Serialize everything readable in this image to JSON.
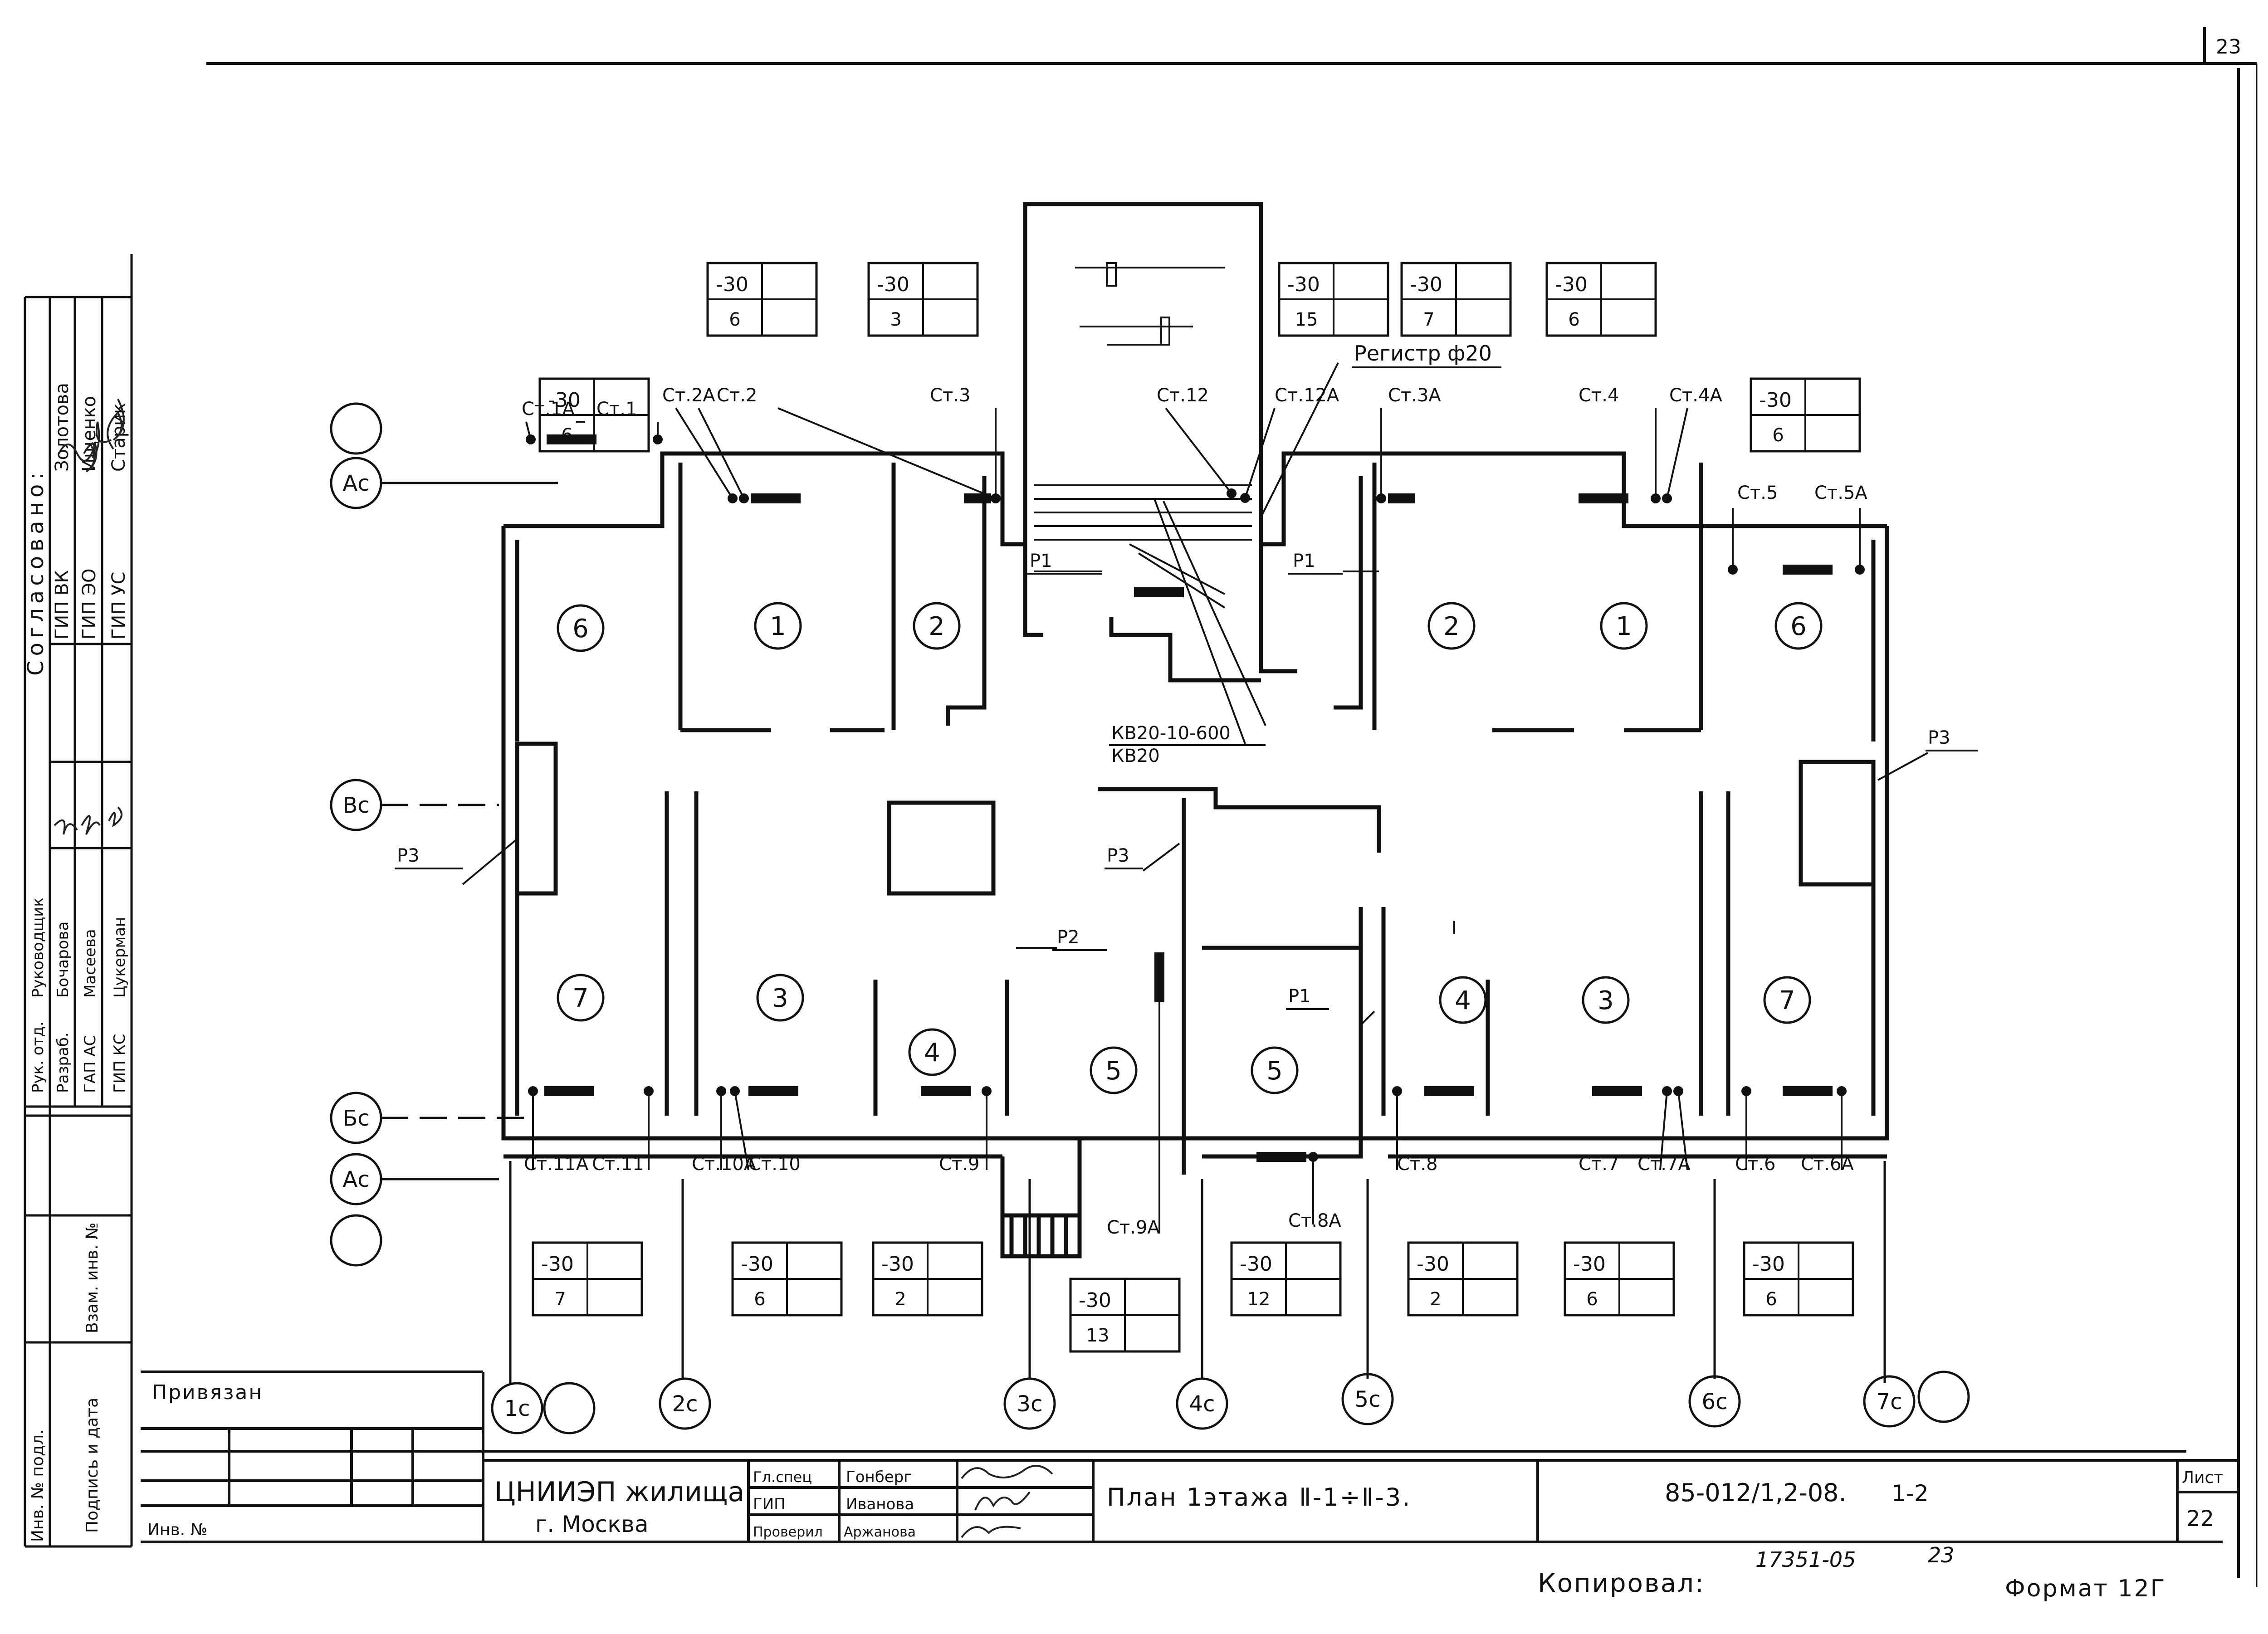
{
  "sheet": {
    "page_number": "23",
    "sheet_label": "Лист",
    "sheet_number": "22",
    "drawing_title": "План 1этажа Ⅱ-1÷Ⅱ-3.",
    "document_code": "85-012/1,2-08.",
    "document_part": "1-2",
    "copy_number": "17351-05",
    "copy_page": "23",
    "copied_label": "Копировал:",
    "format_label": "Формат 12Г",
    "organization": "ЦНИИЭП жилища",
    "city": "г. Москва",
    "bound_label": "Привязан",
    "inv_label": "Инв. №"
  },
  "signatures": [
    {
      "role": "Гл.спец",
      "name": "Гонберг"
    },
    {
      "role": "ГИП",
      "name": "Иванова"
    },
    {
      "role": "Проверил",
      "name": "Аржанова"
    }
  ],
  "left_stamp": {
    "agreed_title": "Согласовано:",
    "agreed": [
      {
        "role": "ГИП ВК",
        "name": "Золотова"
      },
      {
        "role": "ГИП ЭО",
        "name": "Ищенко"
      },
      {
        "role": "ГИП УС",
        "name": "Старик"
      }
    ],
    "authors": [
      {
        "role": "Рук. отд.",
        "name": "Руководщик"
      },
      {
        "role": "Разраб.",
        "name": "Бочарова"
      },
      {
        "role": "ГАП АС",
        "name": "Масеева"
      },
      {
        "role": "ГИП КС",
        "name": "Цукерман"
      }
    ],
    "columns": [
      "Взам. инв. №",
      "Подпись и дата",
      "Инв. № подл."
    ]
  },
  "axes": {
    "rows": [
      "Ас",
      "Вс",
      "Бс",
      "Ас"
    ],
    "columns": [
      "1с",
      "2с",
      "3с",
      "4с",
      "5с",
      "6с",
      "7с"
    ]
  },
  "rooms": [
    "6",
    "1",
    "2",
    "1",
    "2",
    "6",
    "7",
    "3",
    "4",
    "5",
    "5",
    "4",
    "3",
    "7"
  ],
  "risers": [
    "Ст.1А",
    "Ст.1",
    "Ст.2А",
    "Ст.2",
    "Ст.3",
    "Ст.12",
    "Ст.12А",
    "Ст.3А",
    "Ст.4",
    "Ст.4А",
    "Ст.5",
    "Ст.5А",
    "Ст.11А",
    "Ст.11",
    "Ст.10А",
    "Ст.10",
    "Ст.9",
    "Ст.9А",
    "Ст.8А",
    "Ст.8",
    "Ст.7",
    "Ст.7А",
    "Ст.6",
    "Ст.6А"
  ],
  "pipes": [
    "Р1",
    "Р1",
    "Р1",
    "Р2",
    "Р3",
    "Р3",
    "Р3",
    "Регистр ф20",
    "КВ20-10-600",
    "КВ20",
    "I"
  ],
  "temp_boxes_top": [
    {
      "t": "-30",
      "n": "6"
    },
    {
      "t": "-30",
      "n": "3"
    },
    {
      "t": "-30",
      "n": "15"
    },
    {
      "t": "-30",
      "n": "7"
    },
    {
      "t": "-30",
      "n": "6"
    },
    {
      "t": "-30",
      "n": "6"
    },
    {
      "t": "-30",
      "n": "6"
    }
  ],
  "temp_boxes_bottom": [
    {
      "t": "-30",
      "n": "7"
    },
    {
      "t": "-30",
      "n": "6"
    },
    {
      "t": "-30",
      "n": "2"
    },
    {
      "t": "-30",
      "n": "13"
    },
    {
      "t": "-30",
      "n": "12"
    },
    {
      "t": "-30",
      "n": "2"
    },
    {
      "t": "-30",
      "n": "6"
    },
    {
      "t": "-30",
      "n": "6"
    }
  ]
}
